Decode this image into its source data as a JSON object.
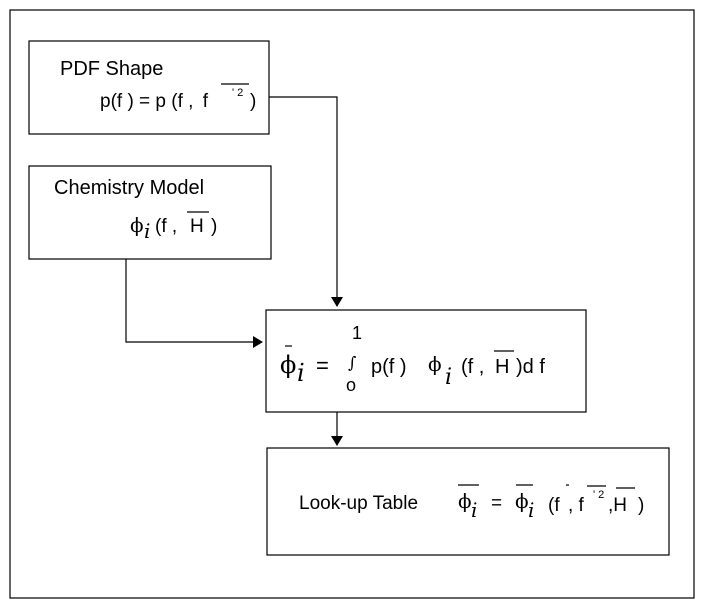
{
  "colors": {
    "stroke": "#000000",
    "background": "#ffffff"
  },
  "pdf_box": {
    "title": "PDF Shape",
    "lhs": "p(f ) = p (f ,",
    "var": "f",
    "superscript": "' 2",
    "close": ")"
  },
  "chem_box": {
    "title": "Chemistry Model",
    "phi": "ϕ",
    "sub": "i",
    "args_open": "(f ,",
    "H": "H",
    "args_close": ")"
  },
  "integral_box": {
    "phi": "ϕ",
    "sub": "i",
    "equals": "=",
    "upper": "1",
    "integral": "∫",
    "lower": "o",
    "integrand": "p(f )",
    "phi2": "ϕ",
    "sub2": "i",
    "open2": "(f ,",
    "H": "H",
    "close2": ")d f"
  },
  "table_box": {
    "label": "Look-up Table",
    "phi": "ϕ",
    "sub": "i",
    "equals": "=",
    "phi2": "ϕ",
    "sub2": "i",
    "open": "(f",
    "comma_f": ", f",
    "superscript": "' 2",
    "comma_H": ",H",
    "close": ")"
  }
}
